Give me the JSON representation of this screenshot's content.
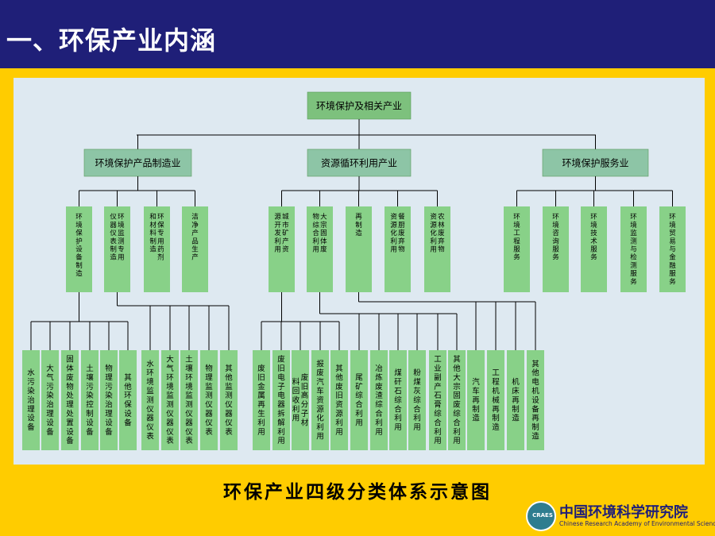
{
  "header": {
    "title": "一、环保产业内涵"
  },
  "caption": "环保产业四级分类体系示意图",
  "logo": {
    "cn": "中国环境科学研究院",
    "en": "Chinese Research Academy of Environmental Sciences",
    "mark": "CRAES"
  },
  "colors": {
    "box": "#88D188",
    "box_top": "#7DC17D",
    "box_l2": "#8DC5A6",
    "line": "#000000",
    "header": "#1F1F78",
    "bg": "#FFCC00"
  },
  "tree": {
    "root": "环境保护及相关产业",
    "level2": [
      "环境保护产品制造业",
      "资源循环利用产业",
      "环境保护服务业"
    ],
    "level3": [
      "环境保护设备制造",
      "环境监测专用仪器仪表制造",
      "环保专用药剂和材料制造",
      "洁净产品生产",
      "城市矿产资源开发利用",
      "大宗固体废物综合利用",
      "再制造",
      "餐厨废弃物资源化利用",
      "农林废弃物资源化利用",
      "环境工程服务",
      "环境咨询服务",
      "环境技术服务",
      "环境监测与检测服务",
      "环境贸易与金融服务"
    ],
    "level4": [
      "水污染治理设备",
      "大气污染治理设备",
      "固体废物处理处置设备",
      "土壤污染控制设备",
      "物理污染治理设备",
      "其他环保设备",
      "水环境监测仪器仪表",
      "大气环境监测仪器仪表",
      "土壤环境监测仪器仪表",
      "物理监测仪器仪表",
      "其他监测仪器仪表",
      "废旧金属再生利用",
      "废旧电子电器拆解利用",
      "废旧高分子材料回收利用",
      "报废汽车资源化利用",
      "其他废旧资源利用",
      "尾矿综合利用",
      "冶炼废渣综合利用",
      "煤矸石综合利用",
      "粉煤灰综合利用",
      "工业副产石膏综合利用",
      "其他大宗固废综合利用",
      "汽车再制造",
      "工程机械再制造",
      "机床再制造",
      "其他电机设备再制造"
    ]
  }
}
